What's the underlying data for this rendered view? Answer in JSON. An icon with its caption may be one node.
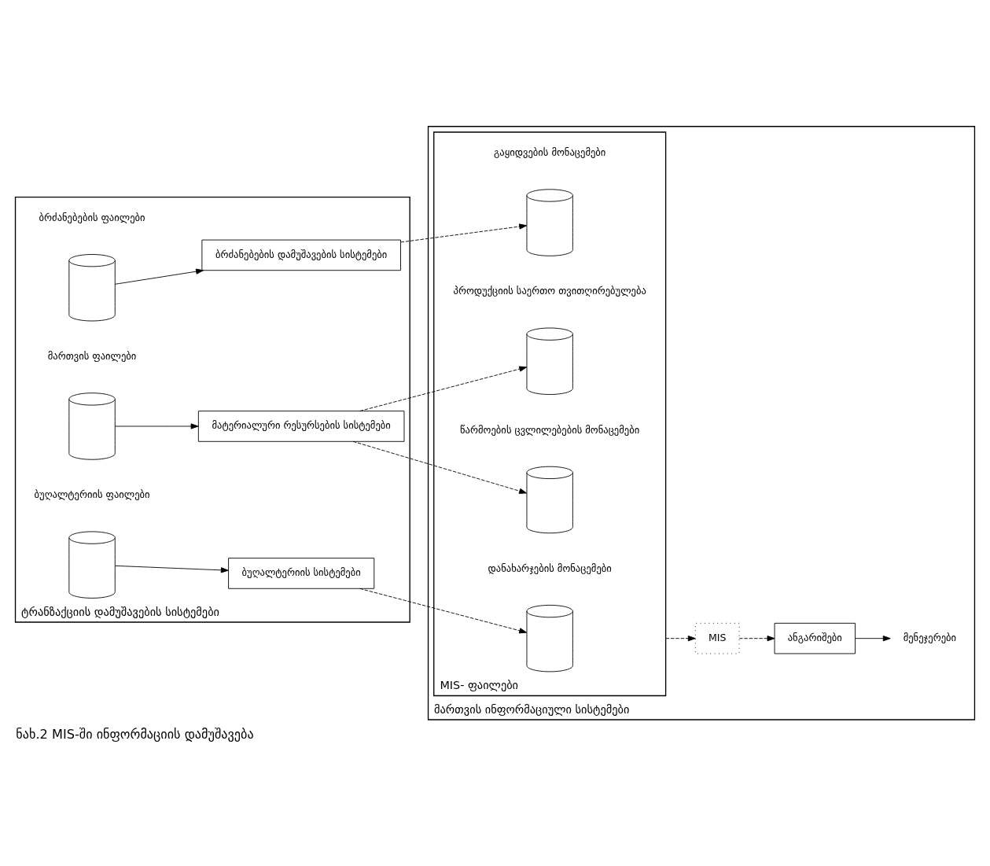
{
  "diagram": {
    "caption": "ნახ.2 MIS-ში ინფორმაციის დამუშავება",
    "nodes": [
      {
        "text": [
          "ტრანზაქციის დამუშავების სისტემები"
        ]
      },
      {
        "text": [],
        "shape": "cylinder",
        "in": 0,
        "beside": [
          "ბრძანებების ფაილები"
        ]
      },
      {
        "text": [
          "ბრძანებების დამუშავების სისტემები"
        ],
        "in": 0
      },
      {
        "text": [],
        "shape": "cylinder",
        "in": 0,
        "beside": [
          "მართვის ფაილები"
        ]
      },
      {
        "text": [
          "მატერიალური რესურსების სისტემები"
        ],
        "in": 0
      },
      {
        "text": [],
        "shape": "cylinder",
        "in": 0,
        "beside": [
          "ბუღალტერიის ფაილები"
        ]
      },
      {
        "text": [
          "ბუღალტერიის სისტემები"
        ],
        "in": 0
      },
      {
        "text": [
          "მართვის ინფორმაციული სისტემები"
        ]
      },
      {
        "text": [
          "MIS- ფაილები"
        ],
        "in": 7
      },
      {
        "text": [],
        "shape": "cylinder",
        "in": 8,
        "beside": [
          "გაყიდვების მონაცემები"
        ]
      },
      {
        "text": [],
        "shape": "cylinder",
        "in": 8,
        "beside": [
          "პროდუქციის საერთო თვითღირებულება"
        ]
      },
      {
        "text": [],
        "shape": "cylinder",
        "in": 8,
        "beside": [
          "წარმოების ცვლილებების მონაცემები"
        ]
      },
      {
        "text": [],
        "shape": "cylinder",
        "in": 8,
        "beside": [
          "დანახარჯების მონაცემები"
        ]
      },
      {
        "text": [
          "MIS"
        ],
        "in": 7
      },
      {
        "text": [
          "ანგარიშები"
        ],
        "in": 7
      },
      {
        "text": [
          "მენეჯერები"
        ],
        "in": 7
      }
    ],
    "edges": [
      {
        "from": 1,
        "to": 2,
        "arrow": "to"
      },
      {
        "from": 3,
        "to": 4,
        "arrow": "to"
      },
      {
        "from": 5,
        "to": 6,
        "arrow": "to"
      },
      {
        "from": 2,
        "to": 9,
        "arrow": "to",
        "style": "dashed"
      },
      {
        "from": 4,
        "to": 10,
        "arrow": "to",
        "style": "dashed"
      },
      {
        "from": 4,
        "to": 11,
        "arrow": "to",
        "style": "dashed"
      },
      {
        "from": 6,
        "to": 12,
        "arrow": "to",
        "style": "dashed"
      },
      {
        "from": 8,
        "to": 13,
        "arrow": "to",
        "style": "dashed"
      },
      {
        "from": 13,
        "to": 14,
        "arrow": "to",
        "style": "dashed"
      },
      {
        "from": 14,
        "to": 15,
        "arrow": "to"
      }
    ]
  }
}
